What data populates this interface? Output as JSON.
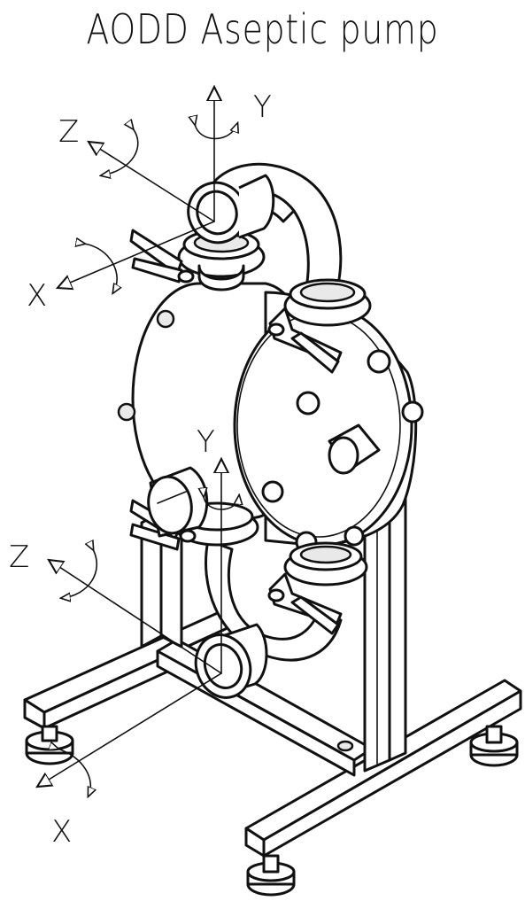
{
  "title": "AODD Aseptic pump",
  "axes": {
    "top": {
      "y": "Y",
      "z": "Z",
      "x": "X"
    },
    "bottom": {
      "y": "Y",
      "z": "Z",
      "x": "X"
    }
  }
}
